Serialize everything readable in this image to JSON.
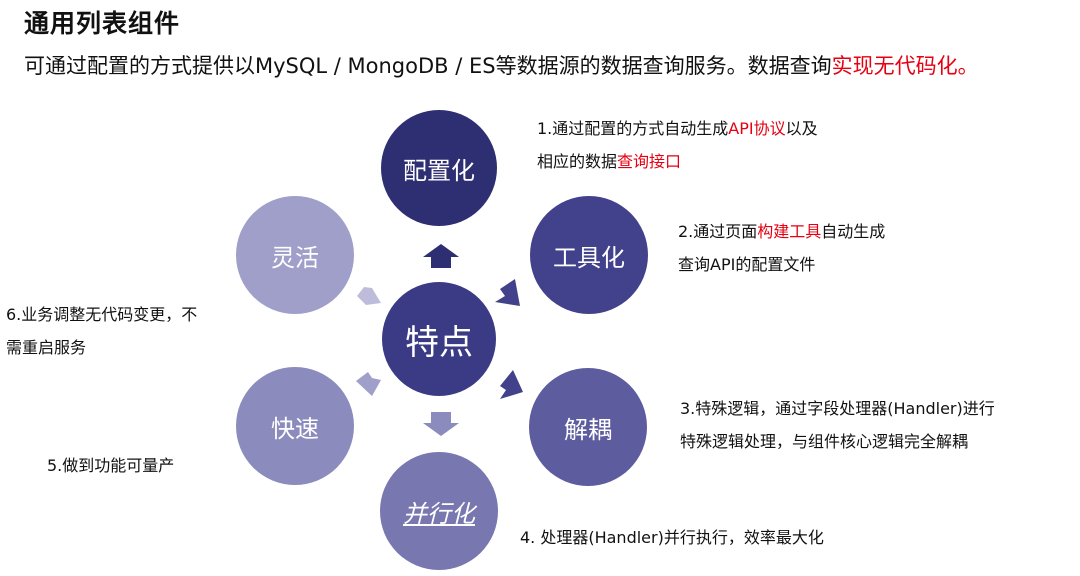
{
  "title": "通用列表组件",
  "subtitle": {
    "text": "可通过配置的方式提供以MySQL / MongoDB / ES等数据源的数据查询服务。数据查询",
    "highlight": "实现无代码化。"
  },
  "center": {
    "label": "特点"
  },
  "features": {
    "config": {
      "label": "配置化",
      "color": "#2e2e72"
    },
    "tool": {
      "label": "工具化",
      "color": "#42418b"
    },
    "decouple": {
      "label": "解耦",
      "color": "#5d5c9e"
    },
    "parallel": {
      "label": "并行化",
      "color": "#7877b0"
    },
    "fast": {
      "label": "快速",
      "color": "#8b8bbd"
    },
    "flex": {
      "label": "灵活",
      "color": "#9f9fc9"
    }
  },
  "notes": {
    "n1": {
      "line1_a": "1.通过配置的方式自动生成",
      "line1_red": "API协议",
      "line1_b": "以及",
      "line2_a": "相应的数据",
      "line2_red": "查询接口"
    },
    "n2": {
      "line1_a": "2.通过页面",
      "line1_red": "构建工具",
      "line1_b": "自动生成",
      "line2": "查询API的配置文件"
    },
    "n3": {
      "line1": "3.特殊逻辑，通过字段处理器(Handler)进行",
      "line2": "特殊逻辑处理，与组件核心逻辑完全解耦"
    },
    "n4": {
      "line1": "4.  处理器(Handler)并行执行，效率最大化"
    },
    "n5": {
      "line1": "5.做到功能可量产"
    },
    "n6": {
      "line1": "6.业务调整无代码变更，不",
      "line2": "需重启服务"
    }
  },
  "colors": {
    "accent_red": "#e60012",
    "arrow_dark": "#2e2e72",
    "arrow_mid": "#42418b",
    "arrow_light": "#9f9fc9"
  }
}
